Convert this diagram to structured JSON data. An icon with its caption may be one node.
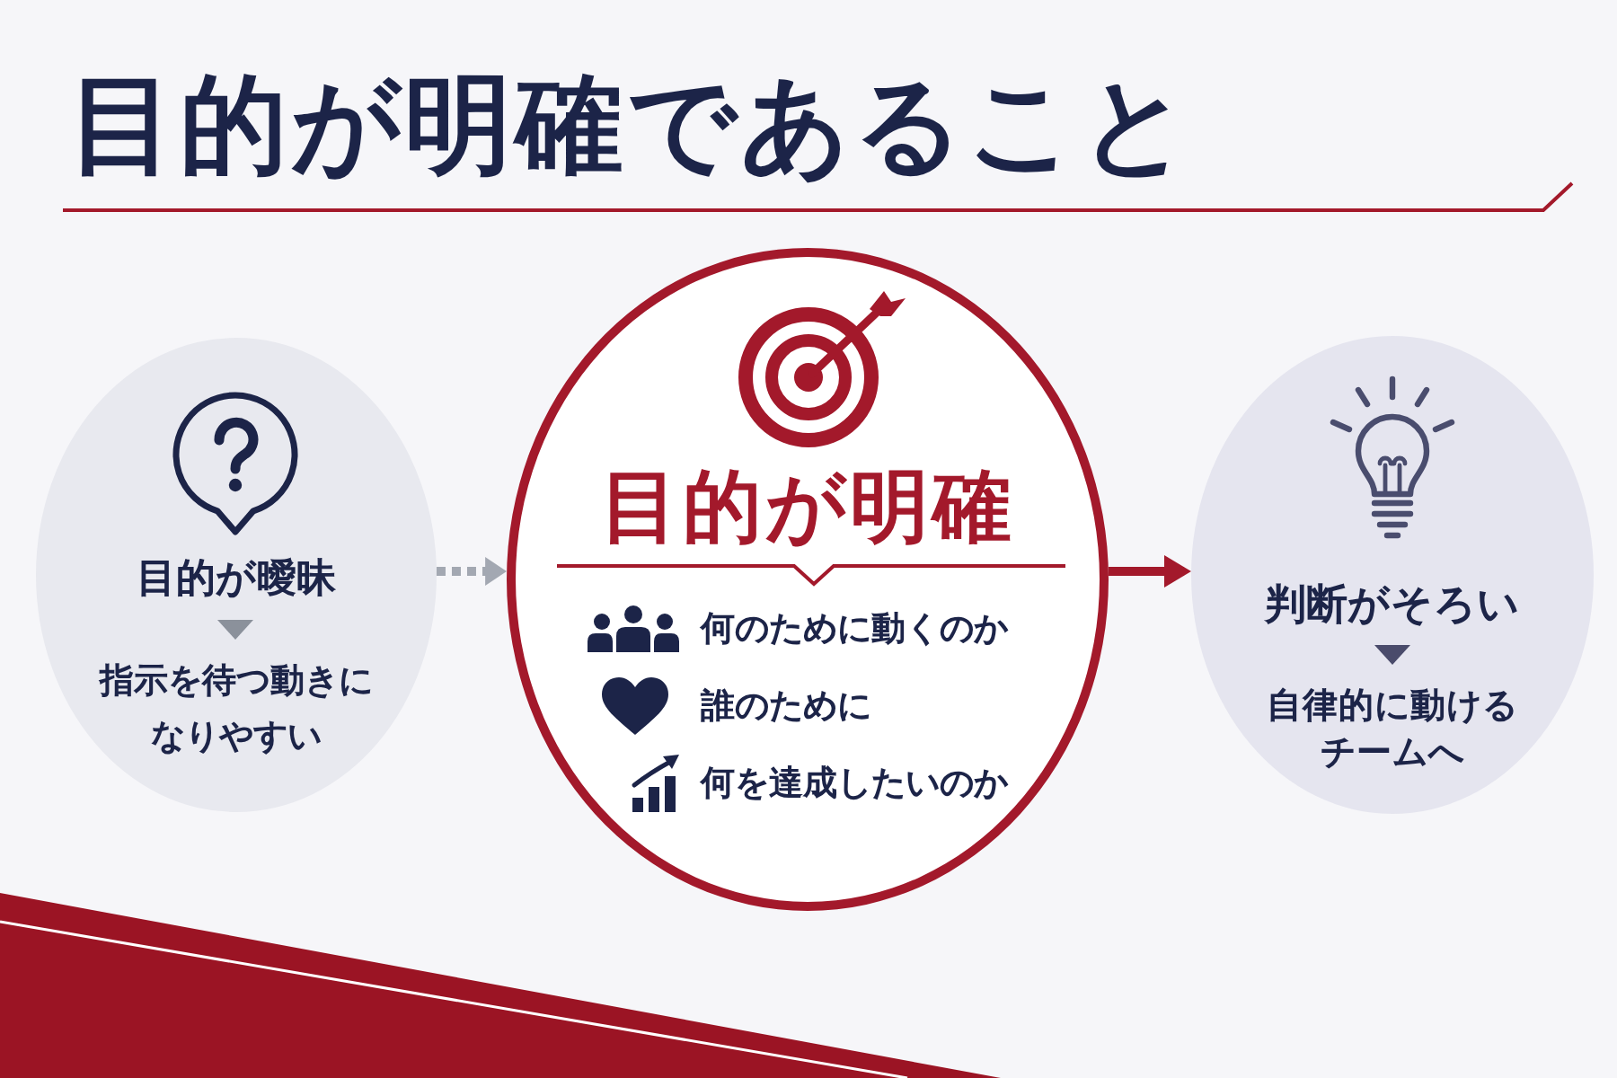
{
  "diagram": {
    "title": "目的が明確であること",
    "nodes": [
      {
        "text": [
          "目的が曖昧",
          "指示を待つ動きになりやすい"
        ]
      },
      {
        "text": [
          "目的が明確",
          "何のために動くのか",
          "誰のために",
          "何を達成したいのか"
        ]
      },
      {
        "text": [
          "判断がそろい",
          "自律的に動けるチームへ"
        ]
      }
    ],
    "edges": [
      {
        "from": 0,
        "to": 1,
        "arrow": "to",
        "style": "dashed",
        "color": "#a3a8b2"
      },
      {
        "from": 1,
        "to": 2,
        "arrow": "to",
        "color": "#a3192b"
      }
    ]
  }
}
